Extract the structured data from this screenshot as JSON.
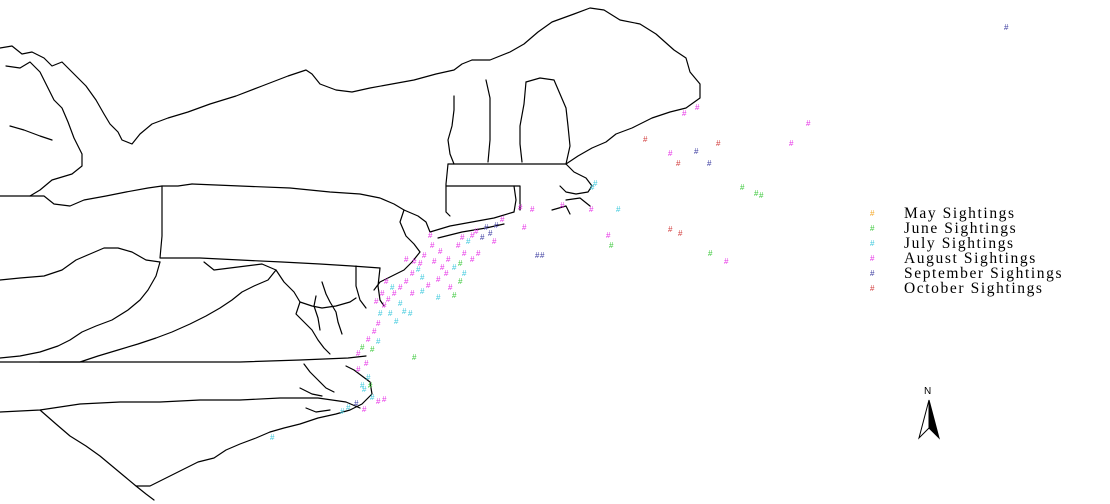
{
  "legend": {
    "items": [
      {
        "label": "May Sightings",
        "symbol": "#",
        "color": "#f5a623"
      },
      {
        "label": "June Sightings",
        "symbol": "#",
        "color": "#3cc83c"
      },
      {
        "label": "July Sightings",
        "symbol": "#",
        "color": "#3cc8dc"
      },
      {
        "label": "August Sightings",
        "symbol": "#",
        "color": "#e632e6"
      },
      {
        "label": "September Sightings",
        "symbol": "#",
        "color": "#3c3ca0"
      },
      {
        "label": "October Sightings",
        "symbol": "#",
        "color": "#d23c3c"
      }
    ]
  },
  "north_arrow": {
    "label": "N",
    "icon": "north-arrow-icon"
  },
  "marker_symbol": "#"
}
